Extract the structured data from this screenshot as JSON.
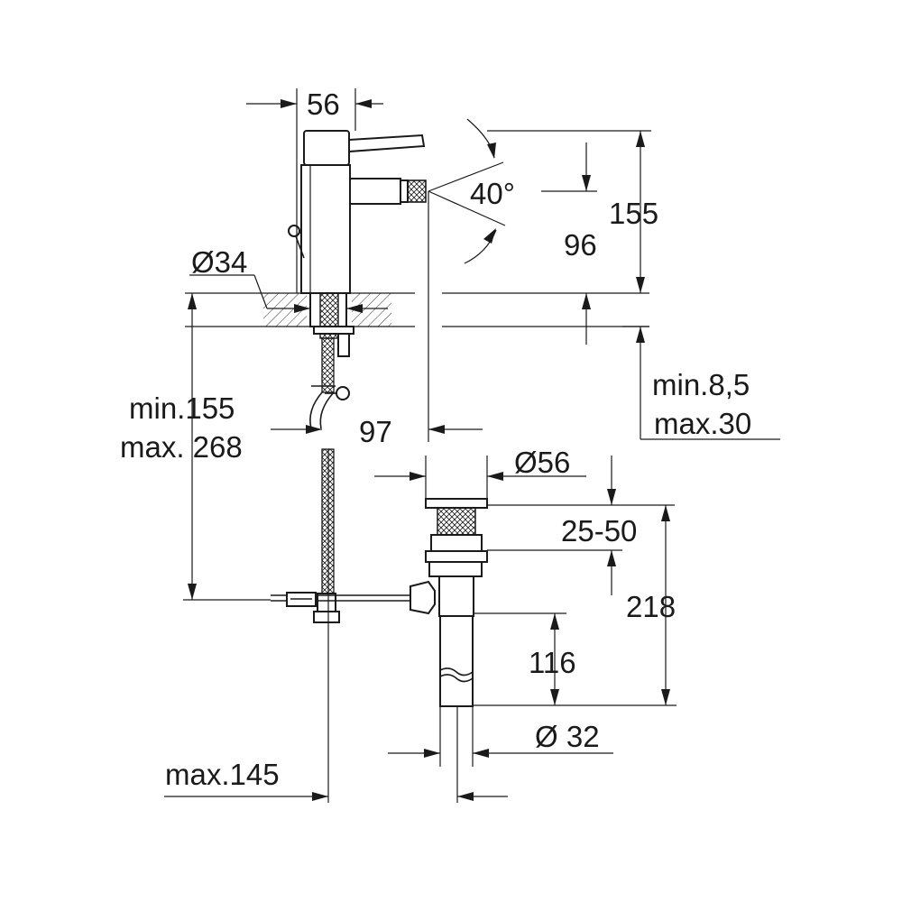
{
  "drawing": {
    "dims": {
      "width_top": "56",
      "angle": "40°",
      "height_total": "155",
      "height_spout": "96",
      "hole_diameter": "Ø34",
      "deck_min": "min.8,5",
      "deck_max": "max.30",
      "hose_min": "min.155",
      "hose_max": "max. 268",
      "spout_reach": "97",
      "waste_diameter": "Ø56",
      "waste_range": "25-50",
      "waste_height": "218",
      "waste_lower": "116",
      "tail_diameter": "Ø 32",
      "rod_max": "max.145"
    },
    "colors": {
      "line": "#1a1a1a",
      "background": "#ffffff"
    }
  }
}
